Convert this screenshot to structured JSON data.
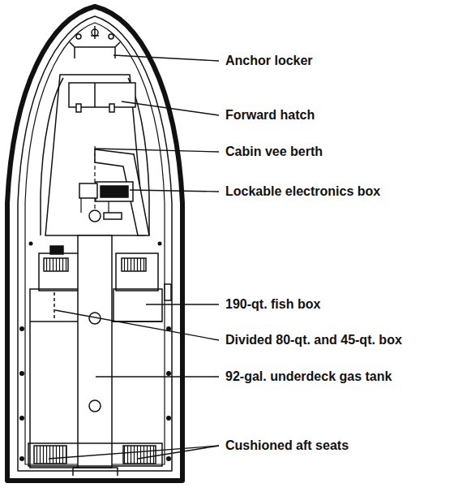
{
  "diagram": {
    "labels": [
      "Anchor locker",
      "Forward hatch",
      "Cabin vee berth",
      "Lockable electronics box",
      "190-qt. fish box",
      "Divided 80-qt. and 45-qt. box",
      "92-gal. underdeck gas tank",
      "Cushioned aft seats"
    ]
  }
}
